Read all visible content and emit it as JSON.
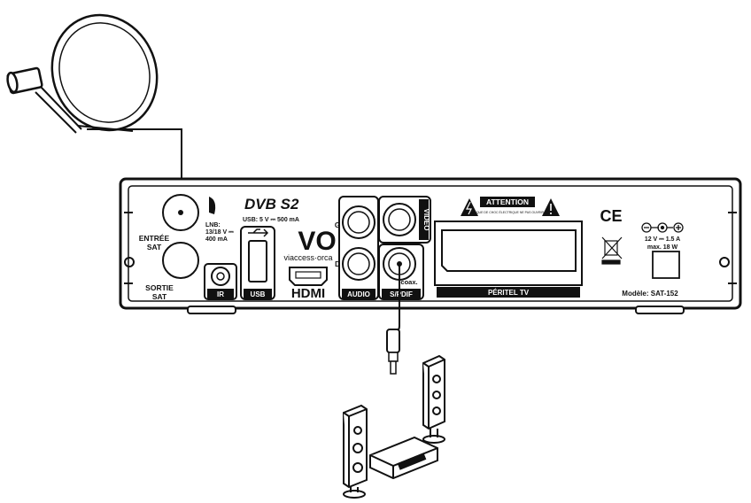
{
  "back_panel": {
    "sat_in_label_1": "ENTRÉE",
    "sat_in_label_2": "SAT",
    "sat_out_label_1": "SORTIE",
    "sat_out_label_2": "SAT",
    "lnb_label_1": "LNB:",
    "lnb_label_2": "13/18 V ⎓",
    "lnb_label_3": "400 mA",
    "dvb_logo": "DVB S2",
    "usb_spec": "USB: 5 V ⎓ 500 mA",
    "usb_label": "USB",
    "ir_label": "IR",
    "vo_logo": "VO",
    "viaccess_label": "viaccess·orca",
    "hdmi_label": "HDMI",
    "audio_label": "AUDIO",
    "audio_left": "G",
    "audio_right": "D",
    "video_label": "VIDEO",
    "coax_label": "coax.",
    "spdif_label": "S/PDIF",
    "attention_label": "ATTENTION",
    "attention_sub": "RISQUE DE CHOC ÉLECTRIQUE NE PAS OUVRIR",
    "peritel_label": "PÉRITEL TV",
    "ce_mark": "CE",
    "power_spec_1": "12 V ⎓  1.5 A",
    "power_spec_2": "max. 18 W",
    "model_label": "Modèle: SAT-152"
  },
  "colors": {
    "line": "#111111",
    "panel": "#ffffff",
    "label_bg": "#111111"
  }
}
